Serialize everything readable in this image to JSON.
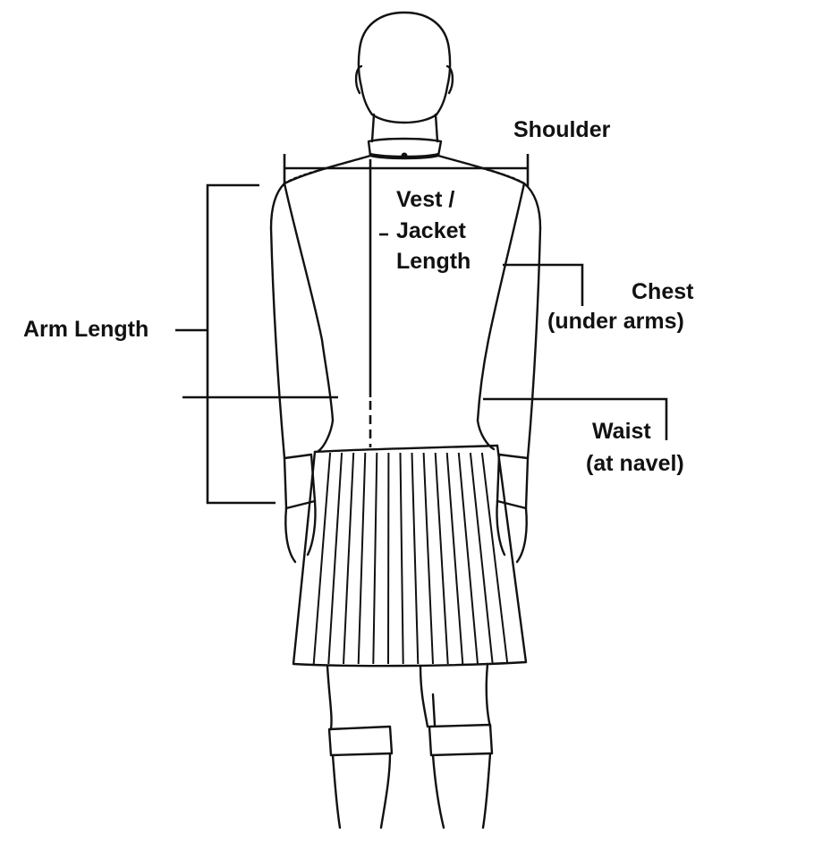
{
  "labels": {
    "shoulder": "Shoulder",
    "vest_line1": "Vest /",
    "vest_line2": "Jacket",
    "vest_line3": "Length",
    "chest_line1": "Chest",
    "chest_line2": "(under arms)",
    "arm_length": "Arm Length",
    "waist_line1": "Waist",
    "waist_line2": "(at navel)"
  },
  "colors": {
    "ink": "#111111",
    "background": "#ffffff"
  }
}
